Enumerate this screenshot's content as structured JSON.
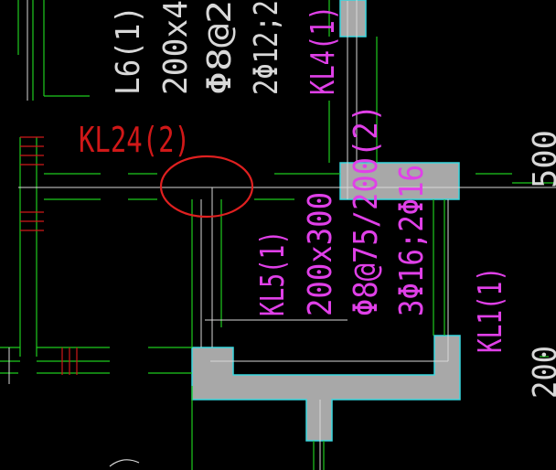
{
  "drawing": {
    "background": "#000000",
    "colors": {
      "green": "#1ecb1e",
      "white": "#d8d8d8",
      "red": "#d01818",
      "magenta": "#e040e8",
      "cyan": "#38d8e0",
      "gray": "#a8a8a8",
      "annotation": "#e02020"
    },
    "labels": {
      "kl24": "KL24(2)",
      "l6_name": "L6(1)",
      "l6_size": "200x4",
      "l6_stirrup": "Φ8@2",
      "l6_rebar": "2Φ12;2",
      "kl4": "KL4(1)",
      "kl5_name": "KL5(1)",
      "kl5_size": "200x300",
      "kl5_stirrup": "Φ8@75/200(2)",
      "kl5_rebar": "3Φ16;2Φ16",
      "kl1": "KL1(1)",
      "dim_top": "500",
      "dim_bottom": "200"
    }
  }
}
